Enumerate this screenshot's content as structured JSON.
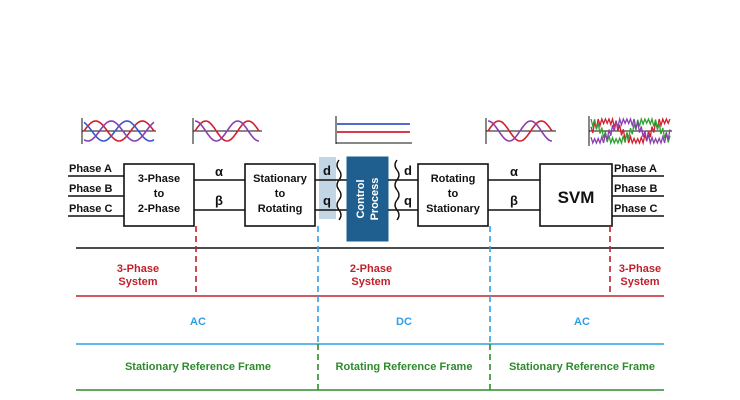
{
  "colors": {
    "black": "#111111",
    "red": "#c0202a",
    "blue": "#2f9fe6",
    "green": "#2e8b2e",
    "control_fill": "#1f5f8f",
    "dq_shade": "#c3d6e6",
    "wave_red": "#d22030",
    "wave_blue": "#3a56c8",
    "wave_purple": "#8a3fb0",
    "wave_green": "#30a030"
  },
  "inputs": {
    "phase_a": "Phase A",
    "phase_b": "Phase B",
    "phase_c": "Phase C"
  },
  "outputs": {
    "phase_a": "Phase A",
    "phase_b": "Phase B",
    "phase_c": "Phase C"
  },
  "blocks": {
    "clarke": [
      "3-Phase",
      "to",
      "2-Phase"
    ],
    "park": [
      "Stationary",
      "to",
      "Rotating"
    ],
    "control": [
      "Control",
      "Process"
    ],
    "inverse_park": [
      "Rotating",
      "to",
      "Stationary"
    ],
    "svm": "SVM"
  },
  "signals": {
    "alpha_1": "α",
    "beta_1": "β",
    "d_1": "d",
    "q_1": "q",
    "d_2": "d",
    "q_2": "q",
    "alpha_2": "α",
    "beta_2": "β"
  },
  "systems": {
    "three_phase_left": [
      "3-Phase",
      "System"
    ],
    "two_phase": [
      "2-Phase",
      "System"
    ],
    "three_phase_right": [
      "3-Phase",
      "System"
    ]
  },
  "current_type": {
    "ac_left": "AC",
    "dc": "DC",
    "ac_right": "AC"
  },
  "reference_frames": {
    "stationary_left": "Stationary Reference Frame",
    "rotating": "Rotating Reference Frame",
    "stationary_right": "Stationary Reference Frame"
  }
}
